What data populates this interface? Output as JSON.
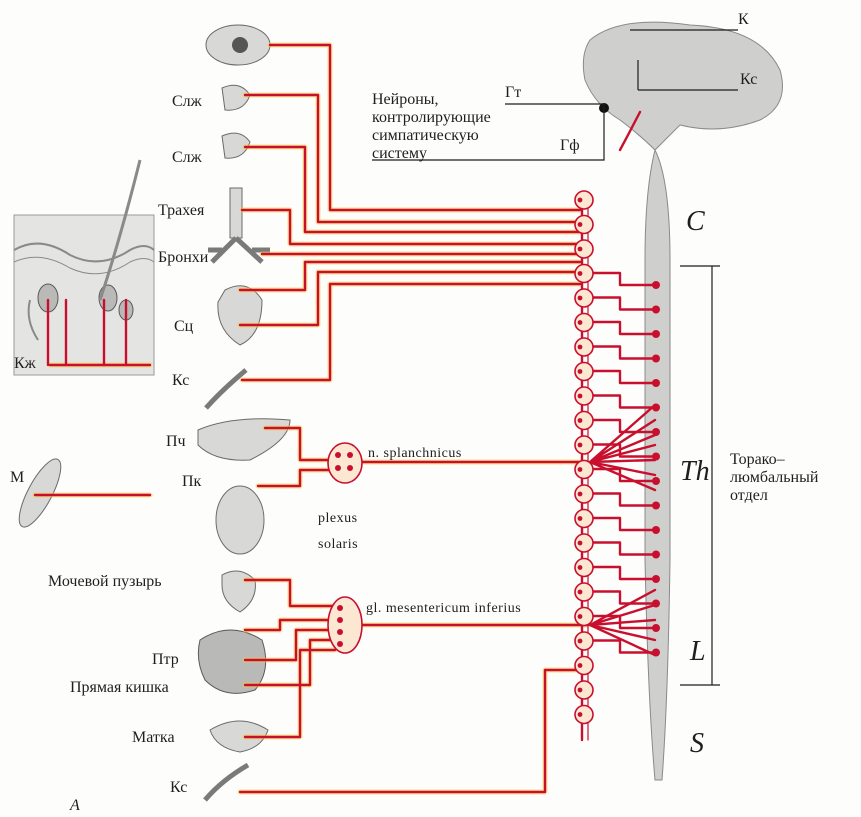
{
  "colors": {
    "nerve": "#c8102e",
    "nerve_highlight": "#f6c945",
    "spinal_cord": "#cfcfcd",
    "organ": "#d8d8d6",
    "background": "#fdfdfb"
  },
  "brain_labels": {
    "k": "К",
    "ks": "Кс",
    "gt": "Гт",
    "gf": "Гф",
    "neurons_line1": "Нейроны,",
    "neurons_line2": "контролирующие",
    "neurons_line3": "симпатическую",
    "neurons_line4": "систему"
  },
  "organs": {
    "slzh1": "Слж",
    "slzh2": "Слж",
    "trachea": "Трахея",
    "bronchi": "Бронхи",
    "heart": "Сц",
    "ks_upper": "Кс",
    "skin": "Кж",
    "muscle": "М",
    "liver": "Пч",
    "kidney": "Пк",
    "bladder": "Мочевой пузырь",
    "intestine": "Птр",
    "rectum": "Прямая кишка",
    "uterus": "Матка",
    "ks_lower": "Кс"
  },
  "spinal_regions": {
    "c": "C",
    "th": "Th",
    "l": "L",
    "s": "S"
  },
  "side_label": {
    "line1": "Торако–",
    "line2": "люмбальный",
    "line3": "отдел"
  },
  "nerves": {
    "splanchnicus": "n. splanchnicus",
    "plexus_line1": "plexus",
    "plexus_line2": "solaris",
    "mesenteric": "gl. mesentericum inferius"
  },
  "figure_letter": "A"
}
